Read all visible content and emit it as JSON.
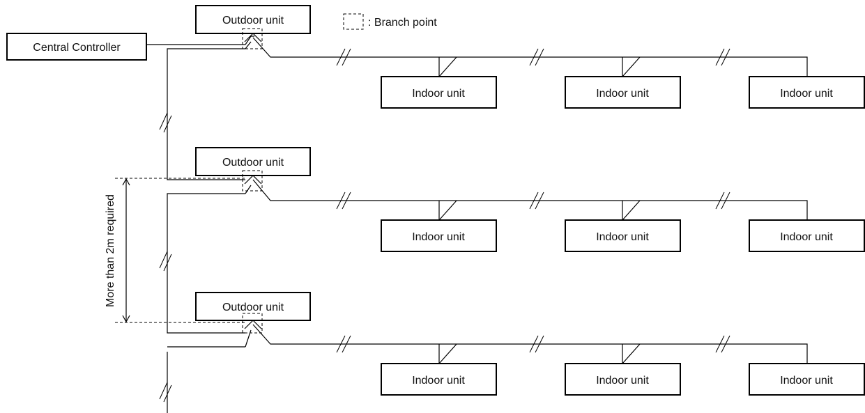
{
  "central_controller": {
    "label": "Central Controller"
  },
  "legend": {
    "text": ": Branch point"
  },
  "outdoor_unit_label": "Outdoor unit",
  "indoor_unit_label": "Indoor unit",
  "dimension": {
    "text": "More than 2m required"
  },
  "rows": [
    {
      "outdoor": "Outdoor unit",
      "indoors": [
        "Indoor unit",
        "Indoor unit",
        "Indoor unit"
      ]
    },
    {
      "outdoor": "Outdoor unit",
      "indoors": [
        "Indoor unit",
        "Indoor unit",
        "Indoor unit"
      ]
    },
    {
      "outdoor": "Outdoor unit",
      "indoors": [
        "Indoor unit",
        "Indoor unit",
        "Indoor unit"
      ]
    }
  ],
  "colors": {
    "line": "#000000",
    "background": "#ffffff"
  }
}
